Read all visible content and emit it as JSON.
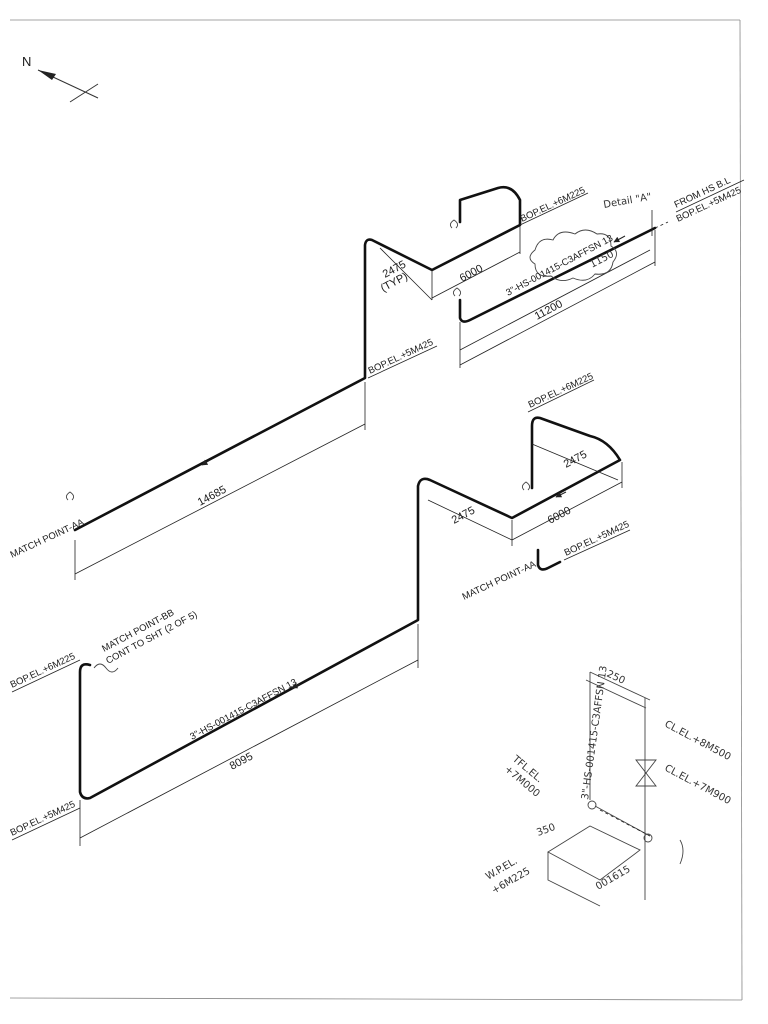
{
  "north": {
    "label": "N",
    "icon": "north-arrow-icon"
  },
  "upper_run": {
    "elevations": {
      "top": "BOP.EL.+6M225",
      "mid": "BOP.EL.+5M425",
      "from_tag": "FROM HS B.L",
      "from_el": "BOP.EL.+5M425"
    },
    "dims": {
      "typ": "2475",
      "typ_note": "(TYP)",
      "rise": "6000",
      "tail": "1150",
      "long": "11200",
      "run": "14685"
    },
    "line_number": "3\"-HS-001415-C3AFFSN 13",
    "detail_note": "Detail \"A\"",
    "match_point": "MATCH POINT-AA"
  },
  "lower_run": {
    "elevations": {
      "top": "BOP.EL.+6M225",
      "bottom": "BOP.EL.+5M425"
    },
    "dims": {
      "short_a": "2475",
      "short_b": "2475",
      "rise": "6000",
      "run": "8095"
    },
    "match_point": "MATCH POINT-AA",
    "line_number": "3\"-HS-001415-C3AFFSN 13",
    "cont_a": "MATCH POINT-BB",
    "cont_b": "CONT TO SHT (2 OF 5)",
    "left_top_el": "BOP.EL.+6M225",
    "left_bot_el": "BOP.EL.+5M425"
  },
  "sketch": {
    "top_dim": "250",
    "line_vertical": "3\"-HS-001415-C3AFFSN 13",
    "cl_el_1": "CL.EL.+8M500",
    "cl_el_2": "CL.EL.+7M900",
    "tfl_el_a": "TFL.EL.",
    "tfl_el_b": "+7M000",
    "dim_350": "350",
    "wp_el_a": "W.P.EL.",
    "wp_el_b": "+6M225",
    "bottom_no": "001615"
  }
}
